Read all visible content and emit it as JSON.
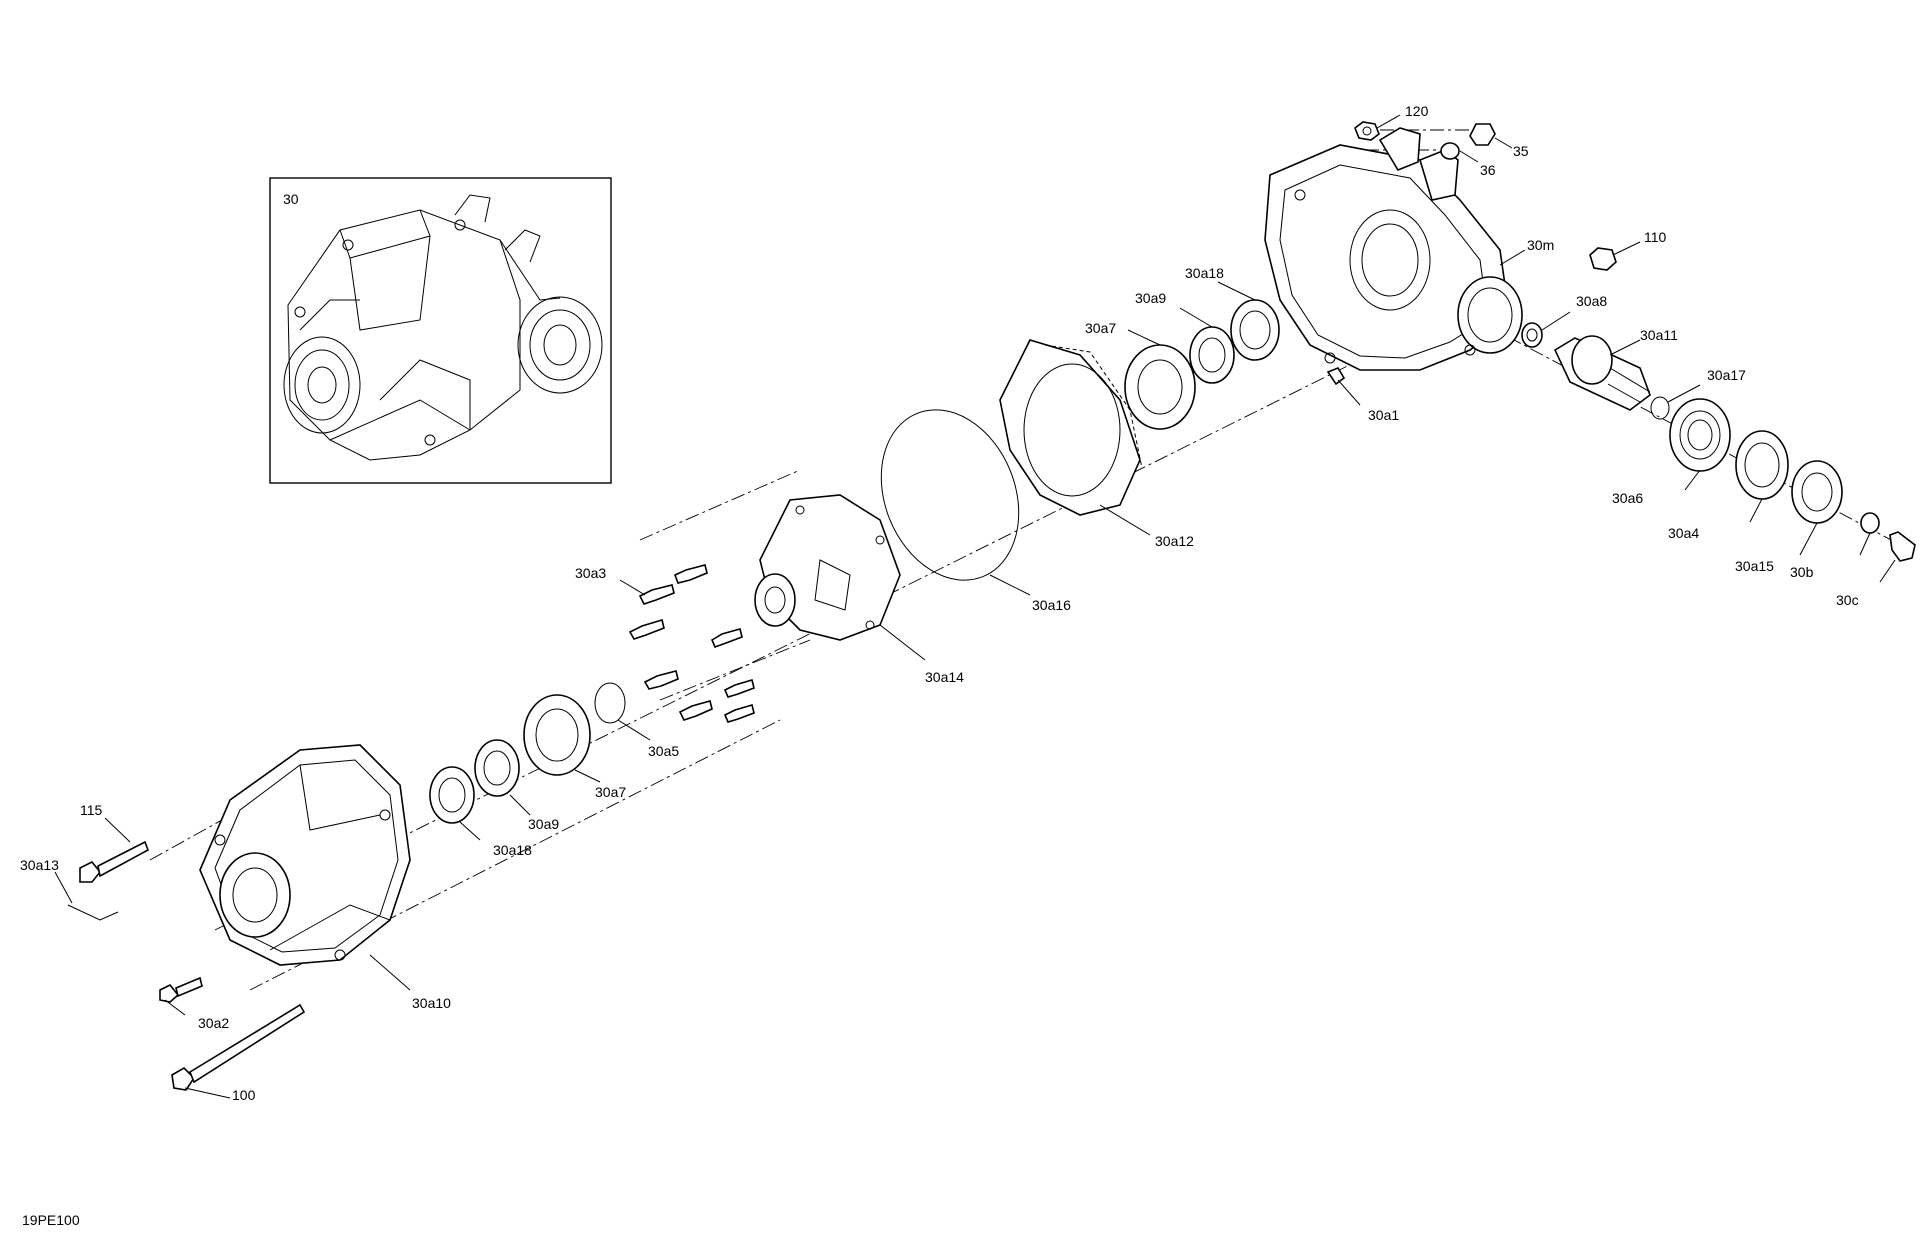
{
  "diagram": {
    "code": "19PE100",
    "inset_label": "30",
    "callouts": {
      "c120": "120",
      "c35": "35",
      "c36": "36",
      "c110": "110",
      "c30m": "30m",
      "c30a8": "30a8",
      "c30a11": "30a11",
      "c30a17": "30a17",
      "c30a1": "30a1",
      "c30a18_top": "30a18",
      "c30a9_top": "30a9",
      "c30a7_top": "30a7",
      "c30a12": "30a12",
      "c30a6": "30a6",
      "c30a4": "30a4",
      "c30a15": "30a15",
      "c30b": "30b",
      "c30c": "30c",
      "c30a16": "30a16",
      "c30a3": "30a3",
      "c30a14": "30a14",
      "c30a5": "30a5",
      "c30a7_bot": "30a7",
      "c30a9_bot": "30a9",
      "c30a18_bot": "30a18",
      "c115": "115",
      "c30a13": "30a13",
      "c30a2": "30a2",
      "c30a10": "30a10",
      "c100": "100"
    }
  }
}
